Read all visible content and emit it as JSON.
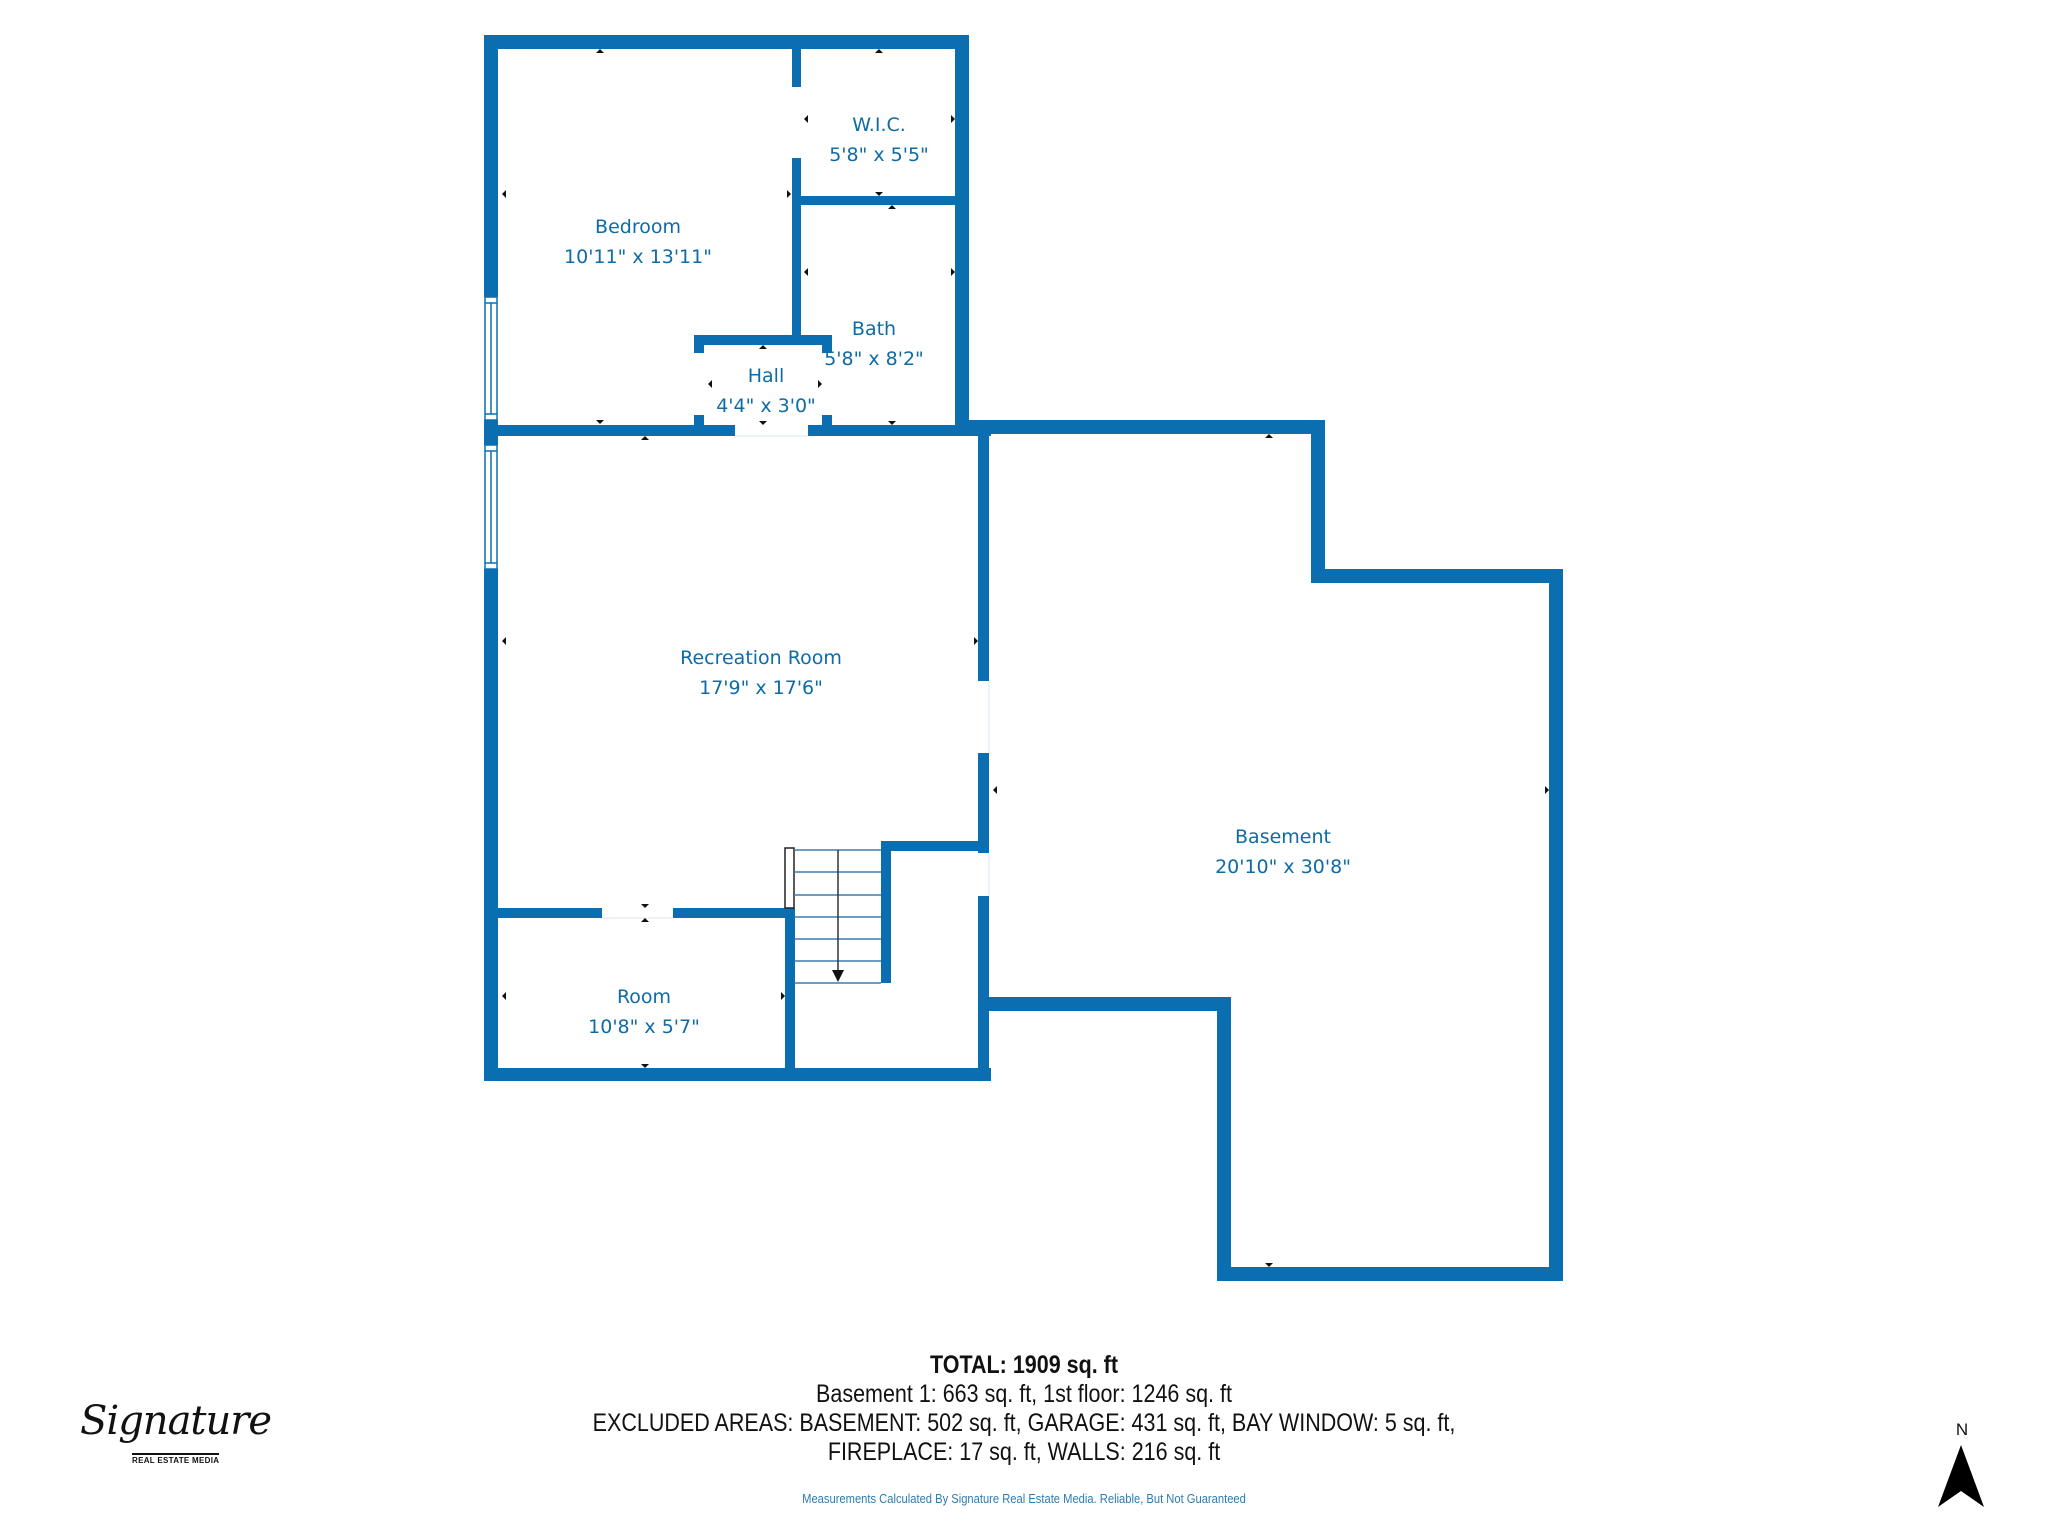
{
  "floorplan": {
    "wall_color": "#0a6eb0",
    "rooms": [
      {
        "name": "Bedroom",
        "dimensions": "10'11\" x 13'11\""
      },
      {
        "name": "W.I.C.",
        "dimensions": "5'8\" x 5'5\""
      },
      {
        "name": "Bath",
        "dimensions": "5'8\" x 8'2\""
      },
      {
        "name": "Hall",
        "dimensions": "4'4\" x 3'0\""
      },
      {
        "name": "Recreation Room",
        "dimensions": "17'9\" x 17'6\""
      },
      {
        "name": "Basement",
        "dimensions": "20'10\" x 30'8\""
      },
      {
        "name": "Room",
        "dimensions": "10'8\" x 5'7\""
      }
    ]
  },
  "summary": {
    "total": "TOTAL: 1909 sq. ft",
    "floors": "Basement 1: 663 sq. ft, 1st floor: 1246 sq. ft",
    "excluded_line1": "EXCLUDED AREAS: BASEMENT: 502 sq. ft, GARAGE: 431 sq. ft, BAY WINDOW: 5 sq. ft,",
    "excluded_line2": "FIREPLACE: 17 sq. ft, WALLS: 216 sq. ft",
    "disclaimer": "Measurements Calculated By Signature Real Estate Media. Reliable, But Not Guaranteed"
  },
  "logo": {
    "script": "Signature",
    "subtitle": "REAL ESTATE MEDIA"
  },
  "compass": {
    "label": "N",
    "icon": "north-arrow-icon"
  }
}
